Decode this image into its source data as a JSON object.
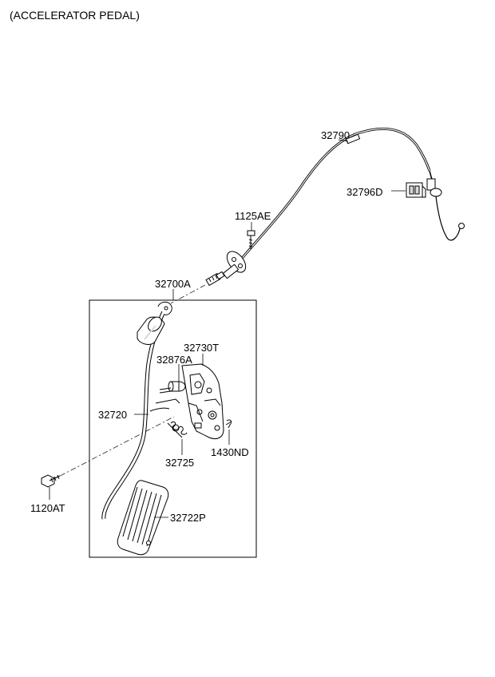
{
  "title": "(ACCELERATOR PEDAL)",
  "callouts": {
    "p32790": "32790",
    "p32796D": "32796D",
    "p1125AE": "1125AE",
    "p32700A": "32700A",
    "p32730T": "32730T",
    "p32876A": "32876A",
    "p32720": "32720",
    "p1430ND": "1430ND",
    "p32725": "32725",
    "p1120AT": "1120AT",
    "p32722P": "32722P"
  },
  "colors": {
    "line": "#000000",
    "background": "#ffffff",
    "shade": "#d9d9d9"
  }
}
